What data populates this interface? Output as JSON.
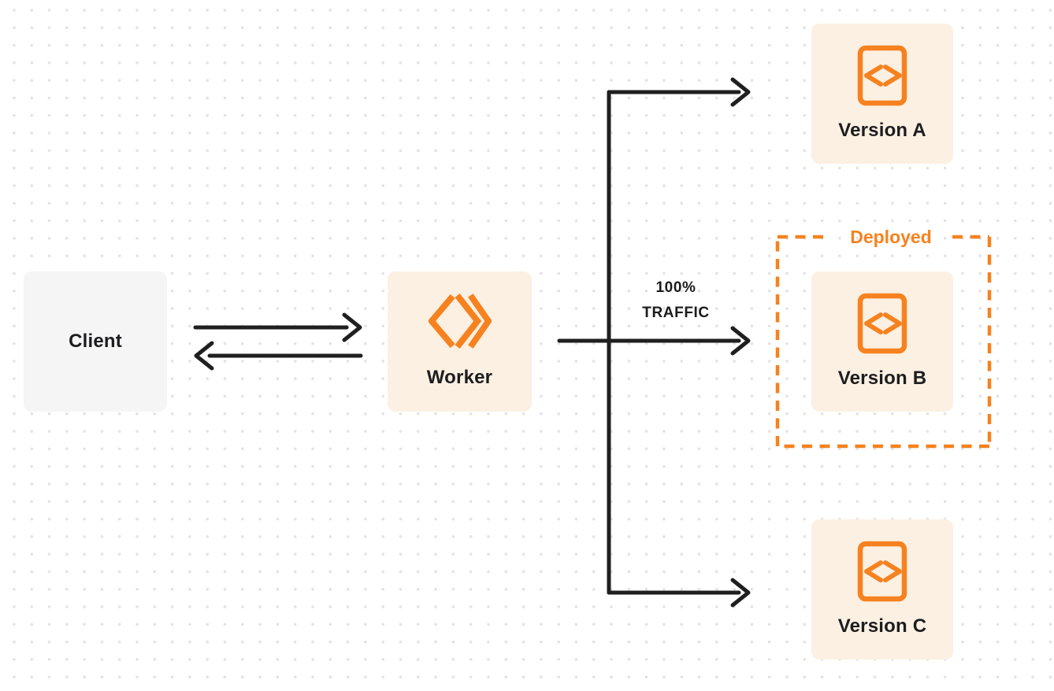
{
  "palette": {
    "accent_orange": "#F6821F",
    "node_bg_cream": "#FBF0E2",
    "node_bg_gray": "#F5F5F6",
    "connector_dark": "#1F1F1F",
    "text_dark": "#1D1D1F",
    "dot_grid": "#E4E4E7",
    "page_bg": "#FFFFFF"
  },
  "nodes": {
    "client": {
      "label": "Client"
    },
    "worker": {
      "label": "Worker",
      "icon": "cloudflare-workers-icon"
    },
    "version_a": {
      "label": "Version A",
      "icon": "code-file-icon"
    },
    "version_b": {
      "label": "Version B",
      "icon": "code-file-icon"
    },
    "version_c": {
      "label": "Version C",
      "icon": "code-file-icon"
    }
  },
  "annotations": {
    "deployed": {
      "label": "Deployed"
    },
    "traffic": {
      "line1": "100%",
      "line2": "TRAFFIC"
    }
  }
}
